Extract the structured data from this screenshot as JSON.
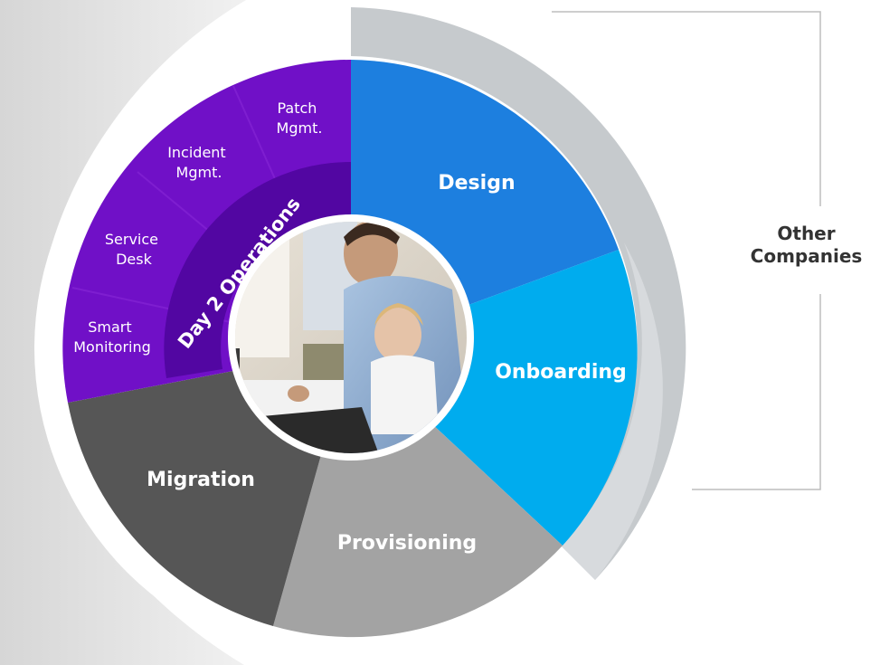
{
  "segments": {
    "design": "Design",
    "onboarding": "Onboarding",
    "provisioning": "Provisioning",
    "migration": "Migration",
    "day2": "Day 2 Operations"
  },
  "day2_items": {
    "patch": [
      "Patch",
      "Mgmt."
    ],
    "incident": [
      "Incident",
      "Mgmt."
    ],
    "service": [
      "Service",
      "Desk"
    ],
    "monitoring": [
      "Smart",
      "Monitoring"
    ]
  },
  "other_companies": [
    "Other",
    "Companies"
  ],
  "colors": {
    "design": "#1d7fdf",
    "onboarding": "#00acee",
    "provisioning": "#a3a3a3",
    "migration": "#565656",
    "purple": "#7010c7",
    "purple_dark": "#5206a2",
    "grey_band": "#c6cacd"
  },
  "photo": {
    "description_icon": "photo-father-daughter-laptop"
  }
}
